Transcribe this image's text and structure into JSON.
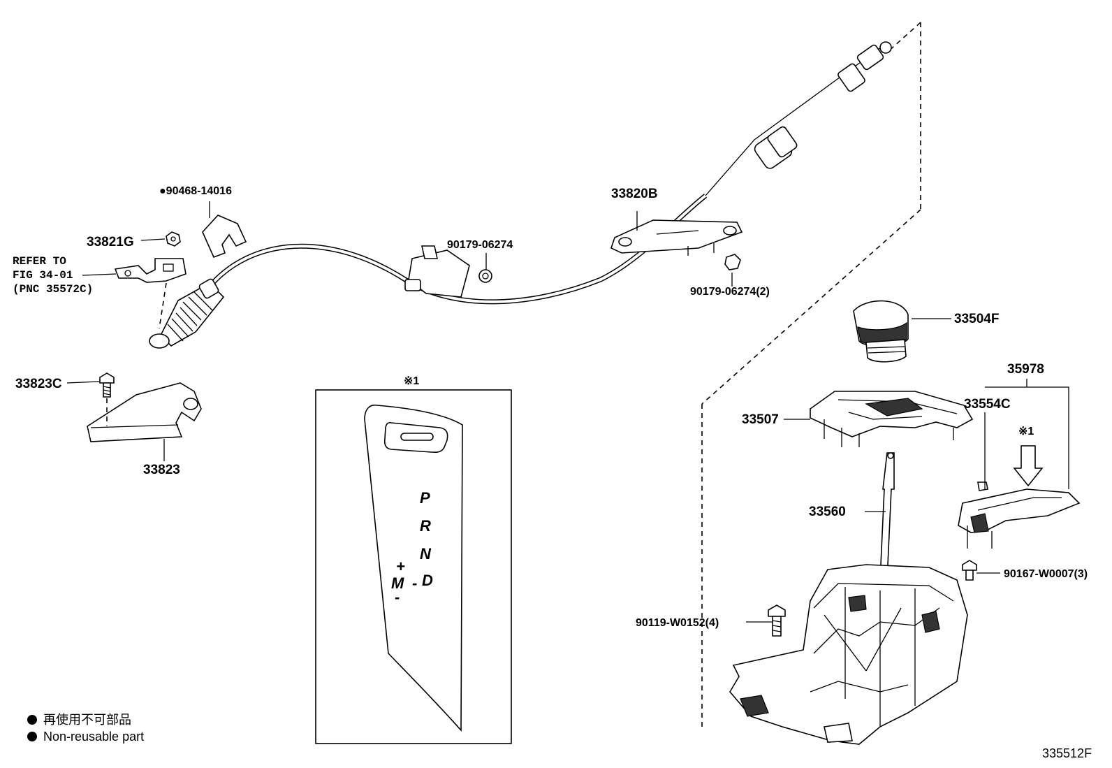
{
  "callouts": {
    "c90468": "●90468-14016",
    "c33821g": "33821G",
    "refer1": "REFER TO",
    "refer2": "FIG 34-01",
    "refer3": "(PNC 35572C)",
    "c33823c": "33823C",
    "c33823": "33823",
    "c90179a": "90179-06274",
    "c33820b": "33820B",
    "c90179b": "90179-06274(2)",
    "c33504f": "33504F",
    "c35978": "35978",
    "c33554c": "33554C",
    "c33507": "33507",
    "c33560": "33560",
    "c90167": "90167-W0007(3)",
    "c90119": "90119-W0152(4)",
    "star1": "※1",
    "star2": "※1"
  },
  "gate_panel": {
    "P": "P",
    "R": "R",
    "N": "N",
    "D": "D",
    "M": "M",
    "plus": "+",
    "minus": "-",
    "dash": "-"
  },
  "legend": {
    "jp": "再使用不可部品",
    "en": "Non-reusable part"
  },
  "figure_id": "335512F"
}
